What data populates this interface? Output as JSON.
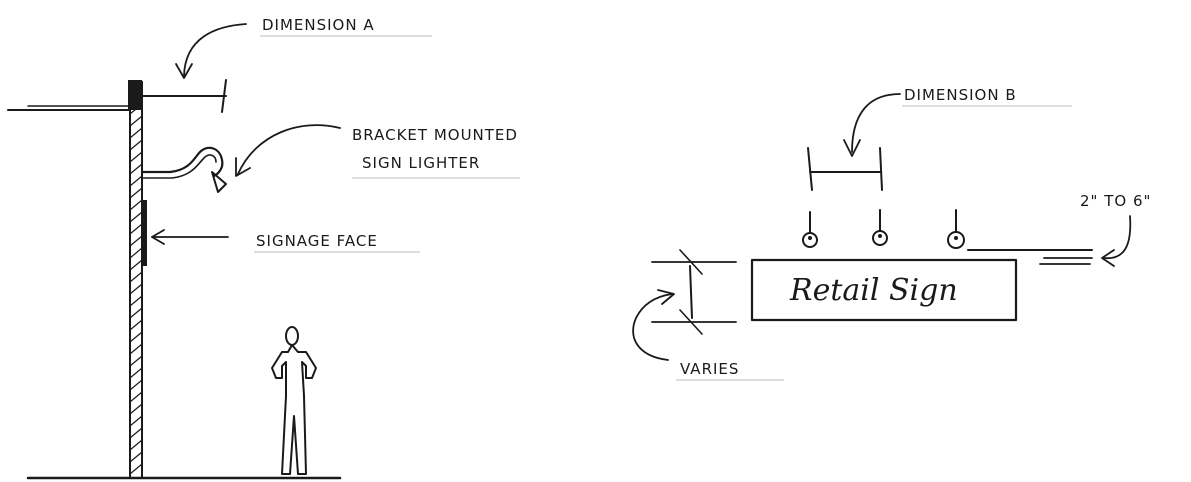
{
  "labels": {
    "dimension_a": "DIMENSION A",
    "bracket_line1": "BRACKET MOUNTED",
    "bracket_line2": "SIGN LIGHTER",
    "signage_face": "SIGNAGE FACE",
    "dimension_b": "DIMENSION B",
    "offset_range": "2\" TO 6\"",
    "sign_text": "Retail Sign",
    "varies": "VARIES"
  },
  "colors": {
    "ink": "#1a1a1a",
    "background": "#ffffff"
  }
}
